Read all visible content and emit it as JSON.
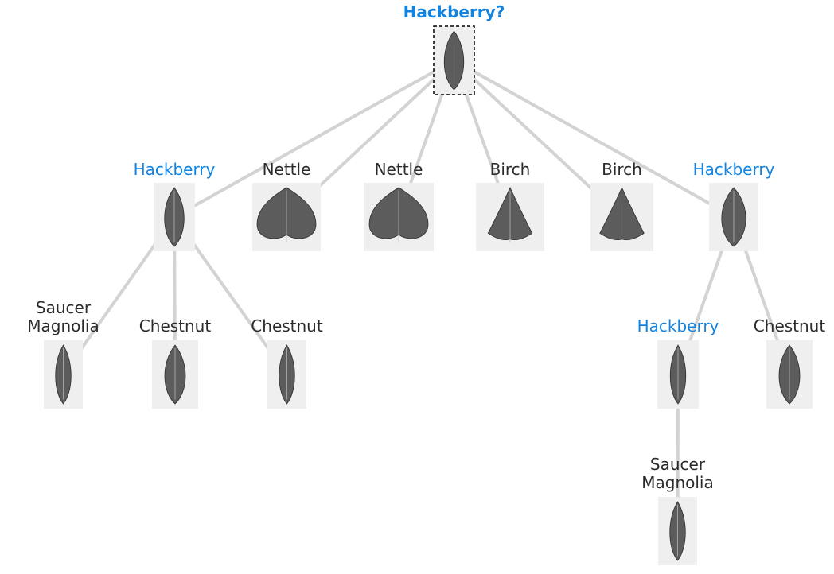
{
  "root": {
    "label": "Hackberry?",
    "highlight": true
  },
  "nodes": [
    {
      "id": "n1",
      "label": "Hackberry",
      "highlight": true,
      "leaf": "ovate-slim",
      "children": [
        "n7",
        "n8",
        "n9"
      ]
    },
    {
      "id": "n2",
      "label": "Nettle",
      "highlight": false,
      "leaf": "heart",
      "children": []
    },
    {
      "id": "n3",
      "label": "Nettle",
      "highlight": false,
      "leaf": "heart",
      "children": []
    },
    {
      "id": "n4",
      "label": "Birch",
      "highlight": false,
      "leaf": "triangle",
      "children": []
    },
    {
      "id": "n5",
      "label": "Birch",
      "highlight": false,
      "leaf": "triangle",
      "children": []
    },
    {
      "id": "n6",
      "label": "Hackberry",
      "highlight": true,
      "leaf": "ovate",
      "children": [
        "n10",
        "n11"
      ]
    },
    {
      "id": "n7",
      "label": [
        "Saucer",
        "Magnolia"
      ],
      "highlight": false,
      "leaf": "lanceolate",
      "children": []
    },
    {
      "id": "n8",
      "label": "Chestnut",
      "highlight": false,
      "leaf": "elliptic",
      "children": []
    },
    {
      "id": "n9",
      "label": "Chestnut",
      "highlight": false,
      "leaf": "lanceolate",
      "children": []
    },
    {
      "id": "n10",
      "label": "Hackberry",
      "highlight": true,
      "leaf": "lanceolate",
      "children": [
        "n12"
      ]
    },
    {
      "id": "n11",
      "label": "Chestnut",
      "highlight": false,
      "leaf": "elliptic",
      "children": []
    },
    {
      "id": "n12",
      "label": [
        "Saucer",
        "Magnolia"
      ],
      "highlight": false,
      "leaf": "lanceolate",
      "children": []
    }
  ],
  "root_children": [
    "n1",
    "n2",
    "n3",
    "n4",
    "n5",
    "n6"
  ],
  "colors": {
    "highlight": "#1383e0",
    "text": "#2b2b2b",
    "edge": "#d3d3d3",
    "thumb_bg": "#efefef"
  }
}
